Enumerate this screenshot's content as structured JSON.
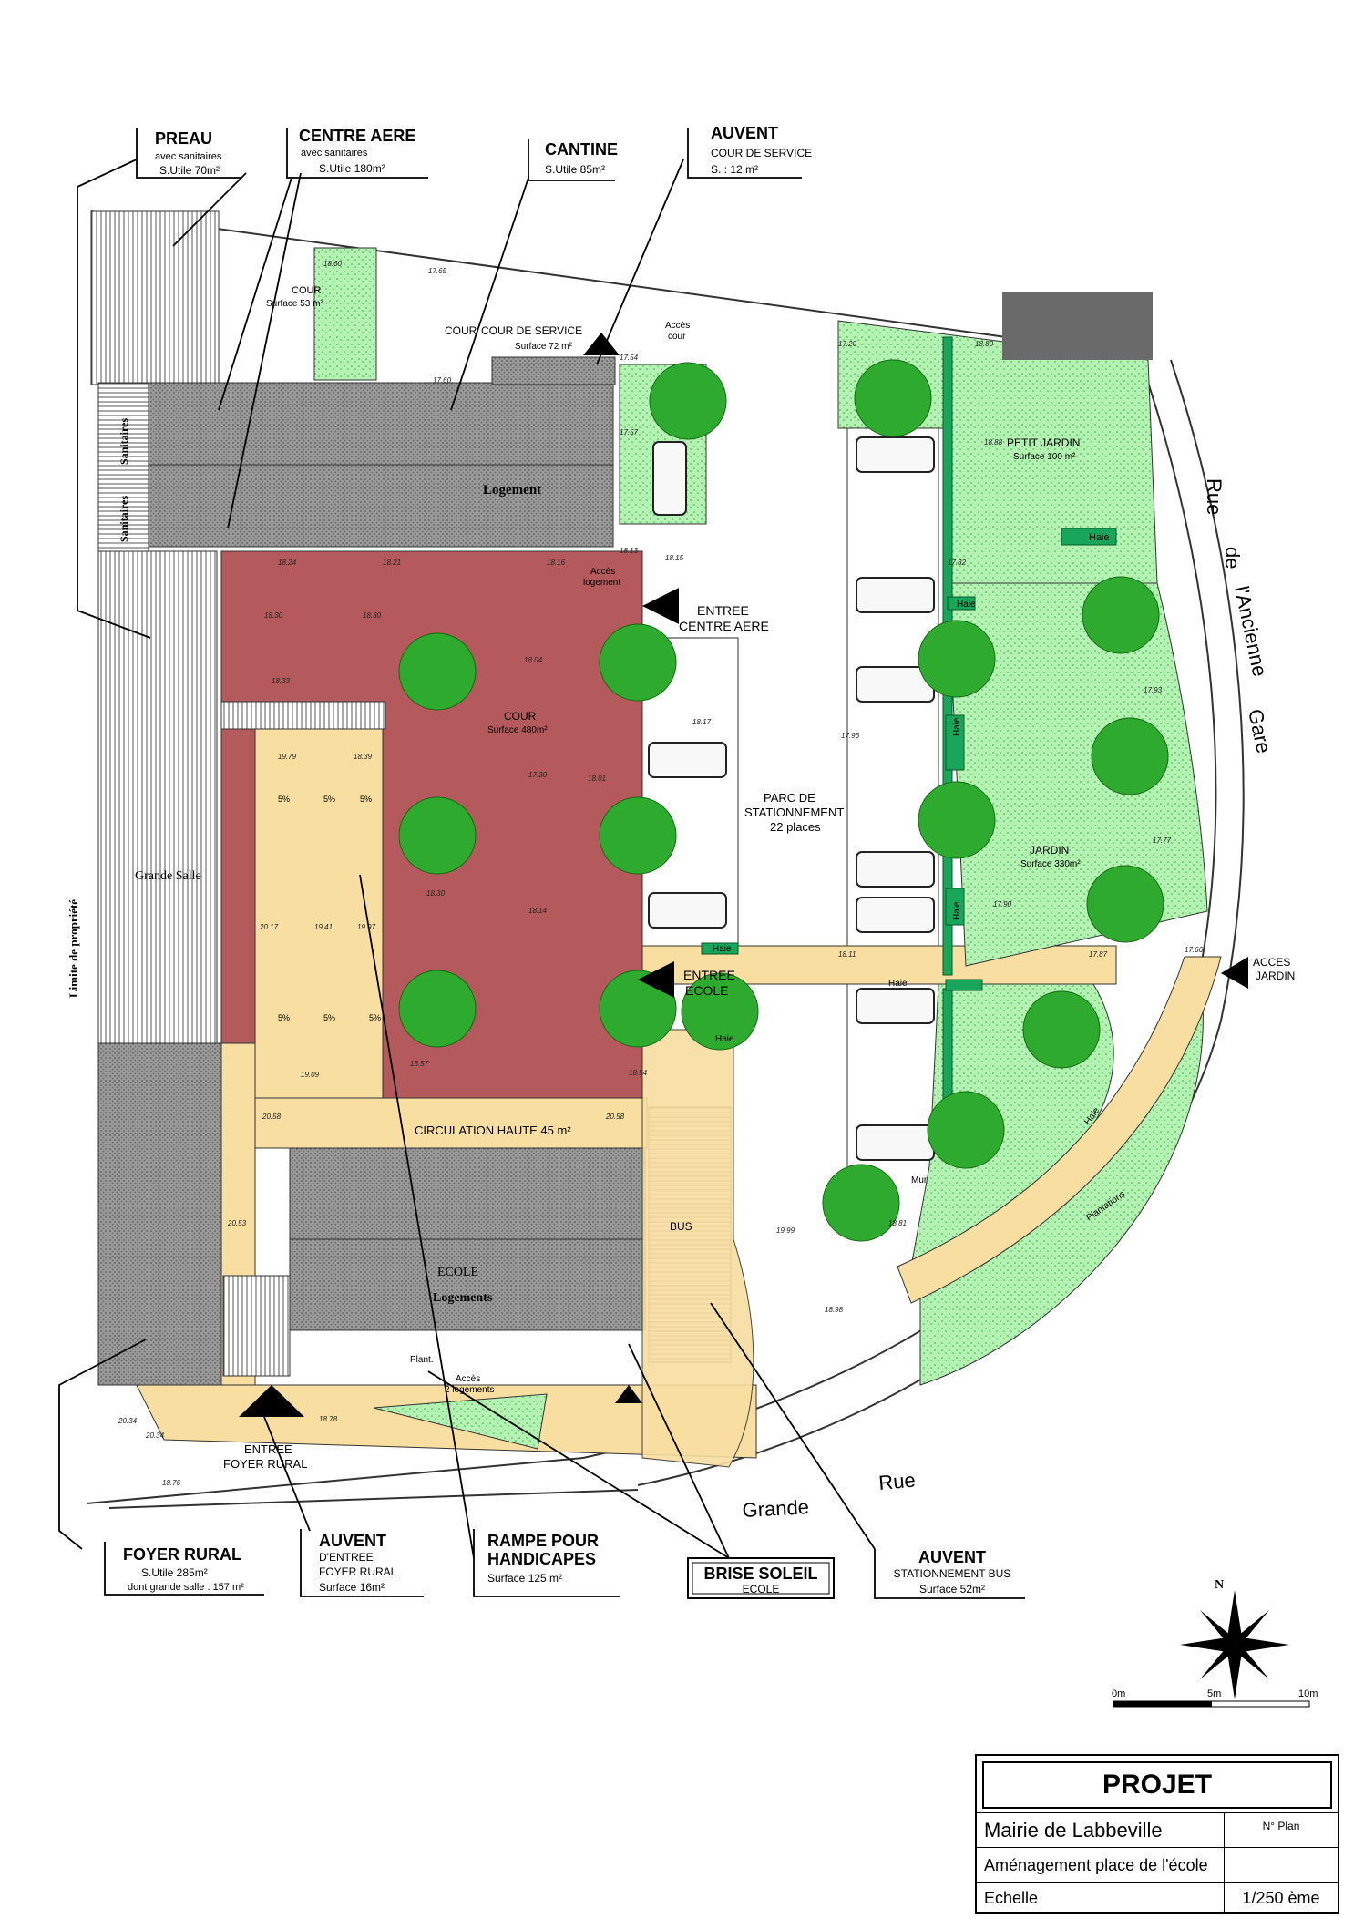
{
  "labels": {
    "preau": {
      "title": "PREAU",
      "sub1": "avec sanitaires",
      "sub2": "S.Utile 70m²"
    },
    "centre_aere": {
      "title": "CENTRE AERE",
      "sub1": "avec sanitaires",
      "sub2": "S.Utile 180m²"
    },
    "cantine": {
      "title": "CANTINE",
      "sub1": "S.Utile 85m²"
    },
    "auvent_cour": {
      "title": "AUVENT",
      "sub1": "COUR DE SERVICE",
      "sub2": "S. : 12 m²"
    },
    "foyer_rural": {
      "title": "FOYER RURAL",
      "sub1": "S.Utile 285m²",
      "sub2": "dont grande salle : 157 m²"
    },
    "auvent_entree": {
      "title": "AUVENT",
      "sub1": "D'ENTREE",
      "sub2": "FOYER RURAL",
      "sub3": "Surface 16m²"
    },
    "rampe": {
      "title1": "RAMPE POUR",
      "title2": "HANDICAPES",
      "sub1": "Surface 125 m²"
    },
    "brise_soleil": {
      "title": "BRISE SOLEIL",
      "sub1": "ECOLE"
    },
    "auvent_bus": {
      "title": "AUVENT",
      "sub1": "STATIONNEMENT BUS",
      "sub2": "Surface 52m²"
    }
  },
  "plan": {
    "cour_small": {
      "title": "COUR",
      "surface": "Surface 53 m²"
    },
    "cour_service": {
      "title": "COUR",
      "title2": "COUR DE SERVICE",
      "surface": "Surface 72 m²"
    },
    "acces_cour": {
      "l1": "Accès",
      "l2": "cour"
    },
    "acces_logement": {
      "l1": "Accès",
      "l2": "logement"
    },
    "logement": "Logement",
    "sanitaires1": "Sanitaires",
    "sanitaires2": "Sanitaires",
    "grande_salle": "Grande Salle",
    "limite": "Limite de propriété",
    "cour_main": {
      "title": "COUR",
      "surface": "Surface 480m²"
    },
    "entree_centre": {
      "l1": "ENTREE",
      "l2": "CENTRE AERE"
    },
    "entree_ecole": {
      "l1": "ENTREE",
      "l2": "ECOLE"
    },
    "parc": {
      "l1": "PARC DE",
      "l2": "STATIONNEMENT",
      "l3": "22 places"
    },
    "petit_jardin": {
      "title": "PETIT JARDIN",
      "surface": "Surface 100 m²"
    },
    "jardin": {
      "title": "JARDIN",
      "surface": "Surface 330m²"
    },
    "haie": "Haie",
    "acces_jardin": {
      "l1": "ACCES",
      "l2": "JARDIN"
    },
    "circulation": "CIRCULATION HAUTE  45 m²",
    "bus": "BUS",
    "ecole": "ECOLE",
    "logements": "Logements",
    "acces_logements": {
      "l1": "Accès",
      "l2": "2 logements"
    },
    "plant": "Plant.",
    "entree_foyer": {
      "l1": "ENTREE",
      "l2": "FOYER RURAL"
    },
    "plantations": "Plantations",
    "mur": "Mur",
    "street1": {
      "w1": "Rue",
      "w2": "de",
      "w3": "l'Ancienne",
      "w4": "Gare"
    },
    "street2": {
      "w1": "Grande",
      "w2": "Rue"
    },
    "slope": "5%",
    "north": "N"
  },
  "elevations": [
    "18.60",
    "17.65",
    "17.60",
    "17.54",
    "18.13",
    "17.57",
    "18.24",
    "18.21",
    "18.16",
    "18.15",
    "18.30",
    "18.30",
    "18.33",
    "18.04",
    "18.17",
    "17.96",
    "18.01",
    "17.30",
    "18.30",
    "18.14",
    "18.11",
    "17.87",
    "17.66",
    "17.90",
    "17.93",
    "17.77",
    "19.79",
    "18.39",
    "20.17",
    "19.41",
    "19.97",
    "19.09",
    "18.57",
    "18.54",
    "20.58",
    "20.58",
    "20.53",
    "19.99",
    "18.98",
    "18.81",
    "20.34",
    "20.34",
    "18.76",
    "18.78",
    "17.20",
    "18.80",
    "18.88",
    "17.82"
  ],
  "scale_bar": {
    "t0": "0m",
    "t1": "5m",
    "t2": "10m"
  },
  "cartouche": {
    "title": "PROJET",
    "client": "Mairie de Labbeville",
    "plan_no": "N° Plan",
    "project": "Aménagement place de l'école",
    "echelle": "Echelle",
    "scale": "1/250 ème"
  },
  "colors": {
    "cour": "#b55a5c",
    "ramp": "#f8dea0",
    "garden": "#a8f0a8",
    "hedge": "#18a65a",
    "roof": "#8a8a8a",
    "tree": "#28a828"
  }
}
